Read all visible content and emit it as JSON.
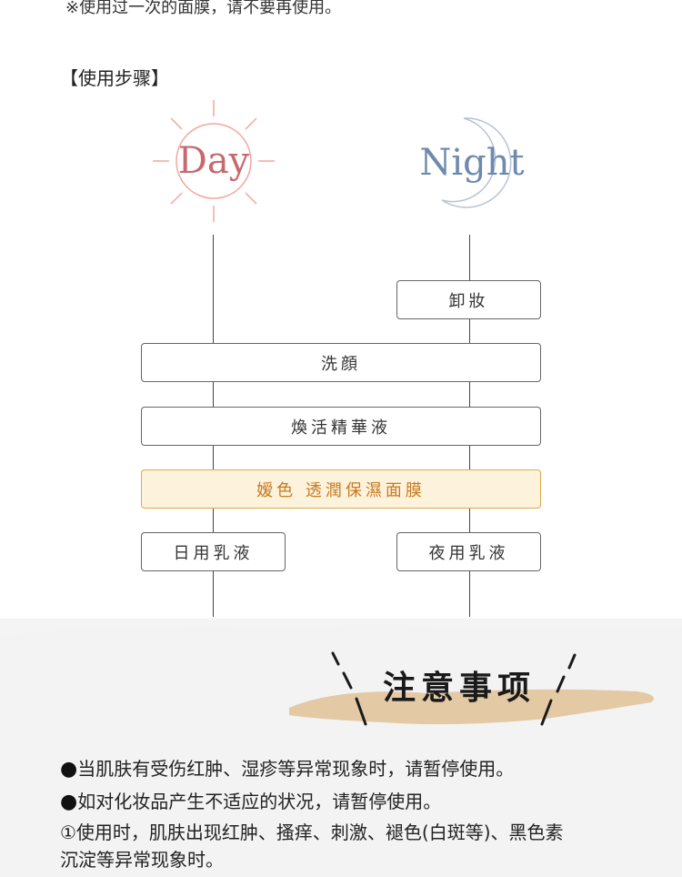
{
  "top_note": "※使用过一次的面膜，请不要再使用。",
  "steps_heading": "【使用步骤】",
  "diagram": {
    "day_label": "Day",
    "night_label": "Night",
    "steps": {
      "makeup_removal": "卸妝",
      "cleanse": "洗顔",
      "serum": "煥活精華液",
      "mask": "嫒色 透潤保濕面膜",
      "day_lotion": "日用乳液",
      "night_lotion": "夜用乳液"
    }
  },
  "notice": {
    "title": "注意事项",
    "items": [
      "当肌肤有受伤红肿、湿疹等异常现象时，请暂停使用。",
      "如对化妆品产生不适应的状况，请暂停使用。",
      "①使用时，肌肤出现红肿、搔痒、刺激、褪色(白斑等)、黑色素",
      "沉淀等异常现象时。"
    ]
  },
  "colors": {
    "day": "#c8686f",
    "night": "#6e8aad",
    "highlight_border": "#e2a94c",
    "highlight_bg": "#fdf2dc",
    "highlight_text": "#c77a1e",
    "brush": "#e3c9a4"
  }
}
